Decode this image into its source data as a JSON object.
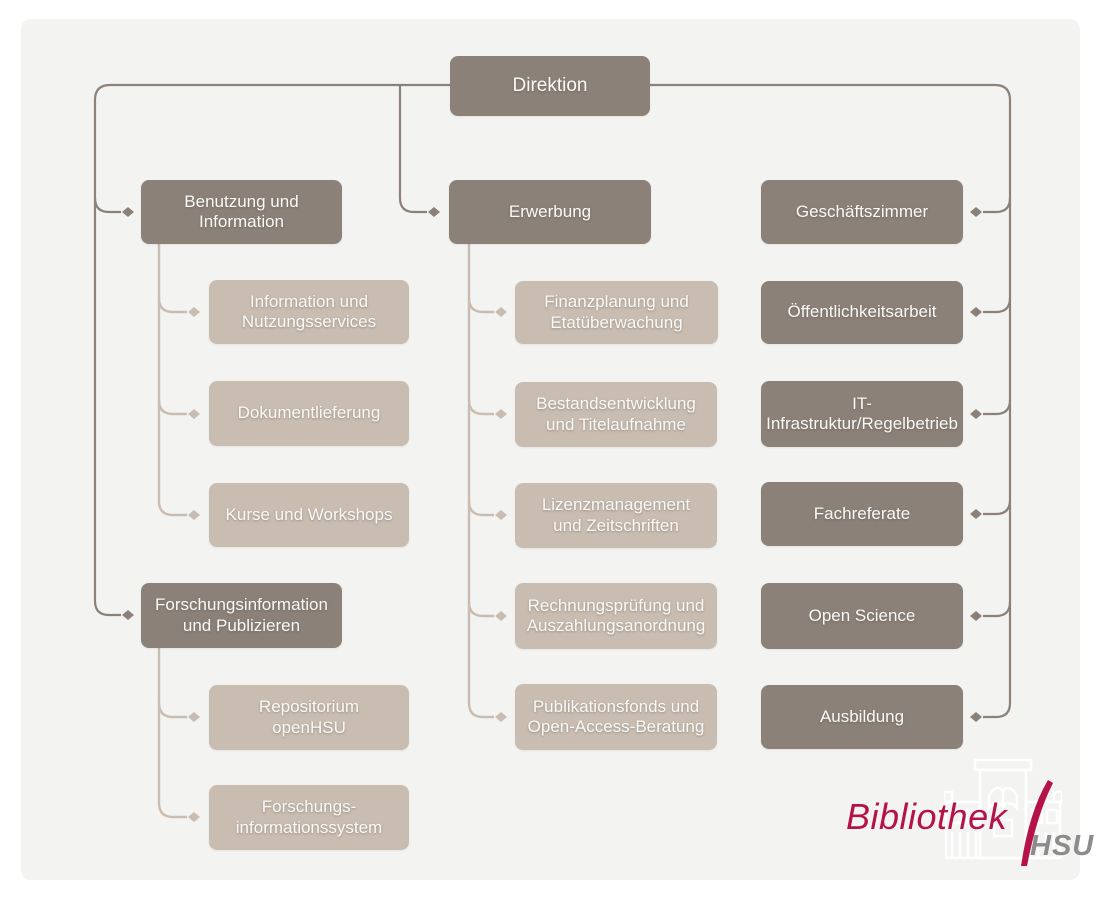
{
  "diagram": {
    "root": {
      "label": "Direktion"
    },
    "left_branches": [
      {
        "label": "Benutzung und Information",
        "children": [
          {
            "label": "Information und Nutzungsservices"
          },
          {
            "label": "Dokumentlieferung"
          },
          {
            "label": "Kurse und Workshops"
          }
        ]
      },
      {
        "label": "Forschungsinformation und Publizieren",
        "children": [
          {
            "label": "Repositorium openHSU"
          },
          {
            "label": "Forschungs-informationssystem"
          }
        ]
      }
    ],
    "center_branch": {
      "label": "Erwerbung",
      "children": [
        {
          "label": "Finanzplanung und Etatüberwachung"
        },
        {
          "label": "Bestandsentwicklung und Titelaufnahme"
        },
        {
          "label": "Lizenzmanagement und Zeitschriften"
        },
        {
          "label": "Rechnungsprüfung und Auszahlungsanordnung"
        },
        {
          "label": "Publikationsfonds und Open-Access-Beratung"
        }
      ]
    },
    "right_items": [
      {
        "label": "Geschäftszimmer"
      },
      {
        "label": "Öffentlichkeitsarbeit"
      },
      {
        "label": "IT-Infrastruktur/Regelbetrieb"
      },
      {
        "label": "Fachreferate"
      },
      {
        "label": "Open Science"
      },
      {
        "label": "Ausbildung"
      }
    ]
  },
  "logo": {
    "wordmark": "Bibliothek",
    "acronym": "HSU"
  },
  "colors": {
    "dark_node": "#8b8178",
    "light_node": "#c9bdb2",
    "canvas_bg": "#f3f3f2",
    "connector_dark": "#8b8178",
    "connector_light": "#c9bdb2",
    "node_text": "#faf9f7",
    "logo_red": "#b5124a",
    "logo_gray": "#8c8c8c"
  }
}
